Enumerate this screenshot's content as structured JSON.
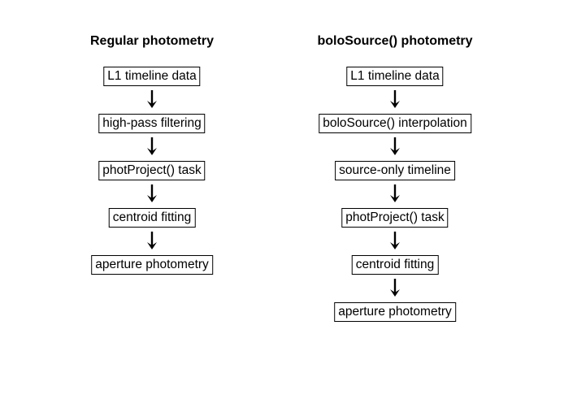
{
  "flows": [
    {
      "title": "Regular photometry",
      "steps": [
        "L1 timeline data",
        "high-pass filtering",
        "photProject() task",
        "centroid fitting",
        "aperture photometry"
      ]
    },
    {
      "title": "boloSource() photometry",
      "steps": [
        "L1 timeline data",
        "boloSource() interpolation",
        "source-only timeline",
        "photProject() task",
        "centroid fitting",
        "aperture photometry"
      ]
    }
  ],
  "colors": {
    "line": "#000000",
    "background": "#ffffff"
  },
  "icons": {
    "connector": "arrow-down-icon"
  }
}
